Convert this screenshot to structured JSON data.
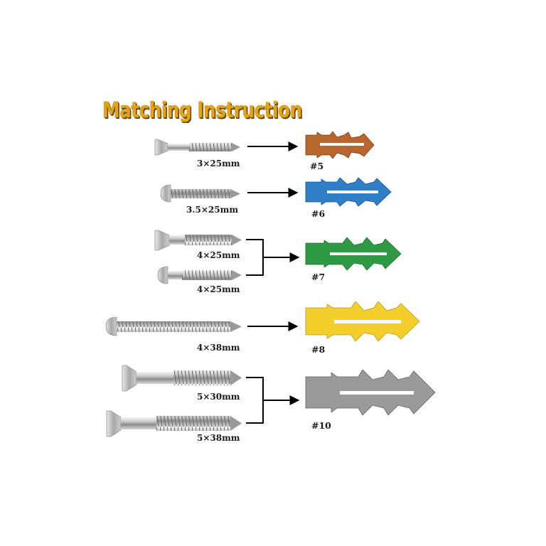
{
  "title": "Matching Instruction",
  "colors": {
    "title": "#e2a316",
    "anchor_5": "#b8652e",
    "anchor_6": "#2f7fc8",
    "anchor_7": "#2f9a45",
    "anchor_8": "#f2cf2a",
    "anchor_10": "#9a9a9a"
  },
  "screws": [
    {
      "size": "3×25mm",
      "head": "flat"
    },
    {
      "size": "3.5×25mm",
      "head": "pan"
    },
    {
      "size": "4×25mm",
      "head": "flat"
    },
    {
      "size": "4×25mm",
      "head": "pan"
    },
    {
      "size": "4×38mm",
      "head": "pan"
    },
    {
      "size": "5×30mm",
      "head": "flat"
    },
    {
      "size": "5×38mm",
      "head": "flat"
    }
  ],
  "anchors": [
    {
      "number": "#5",
      "color": "brown"
    },
    {
      "number": "#6",
      "color": "blue"
    },
    {
      "number": "#7",
      "color": "green"
    },
    {
      "number": "#8",
      "color": "yellow"
    },
    {
      "number": "#10",
      "color": "gray"
    }
  ]
}
